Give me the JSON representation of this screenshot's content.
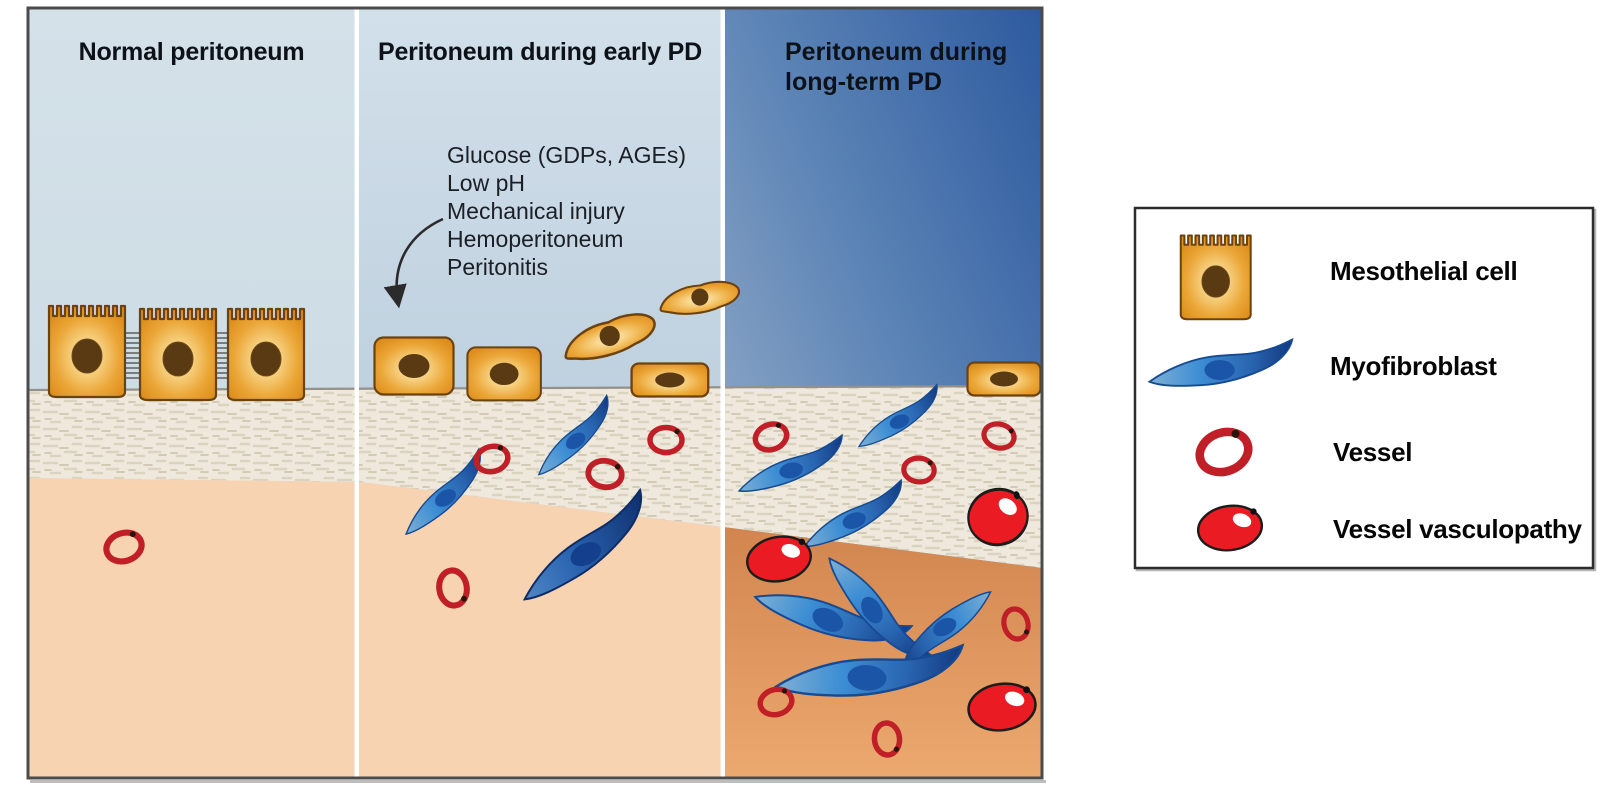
{
  "figure": {
    "panels": {
      "normal": {
        "title": "Normal peritoneum"
      },
      "early": {
        "title": "Peritoneum during early PD",
        "stressors": [
          "Glucose (GDPs, AGEs)",
          "Low pH",
          "Mechanical injury",
          "Hemoperitoneum",
          "Peritonitis"
        ]
      },
      "long_term": {
        "title_lines": [
          "Peritoneum during",
          "long-term PD"
        ]
      }
    },
    "legend": {
      "items": [
        {
          "icon": "mesothelial-cell-icon",
          "label": "Mesothelial cell"
        },
        {
          "icon": "myofibroblast-icon",
          "label": "Myofibroblast"
        },
        {
          "icon": "vessel-icon",
          "label": "Vessel"
        },
        {
          "icon": "vessel-vasculopathy-icon",
          "label": "Vessel vasculopathy"
        }
      ]
    },
    "colors": {
      "mesothelial_orange": "#eba637",
      "myofibroblast_blue": "#2f6fb5",
      "vessel_red": "#c01f27",
      "vasculopathy_red": "#ea1b23",
      "membrane_cream": "#eee9dc",
      "normal_sky": "#cfdde6",
      "longterm_sky": "#2f5b9f",
      "tissue_peach": "#f7d3b2",
      "tissue_orange": "#e09a60"
    }
  }
}
